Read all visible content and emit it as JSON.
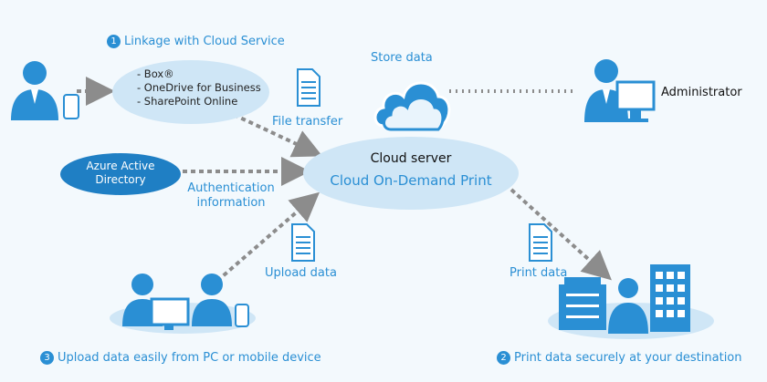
{
  "linkage": {
    "number": "1",
    "title": "Linkage with Cloud Service"
  },
  "services": [
    "- Box®",
    "- OneDrive for Business",
    "- SharePoint Online"
  ],
  "azure": {
    "line1": "Azure Active",
    "line2": "Directory"
  },
  "store_data": "Store data",
  "administrator": "Administrator",
  "file_transfer": "File transfer",
  "cloud_server": {
    "title": "Cloud server",
    "subtitle": "Cloud On-Demand Print"
  },
  "auth": {
    "line1": "Authentication",
    "line2": "information"
  },
  "upload_data": "Upload data",
  "print_data": "Print data",
  "upload_caption": {
    "number": "3",
    "text": "Upload data easily from PC or mobile device"
  },
  "print_caption": {
    "number": "2",
    "text": "Print data securely at your destination"
  },
  "colors": {
    "accent": "#2a8fd4",
    "ellipse": "#cfe6f6",
    "dark_blue": "#1f7fc4",
    "arrow": "#8c8c8c"
  }
}
